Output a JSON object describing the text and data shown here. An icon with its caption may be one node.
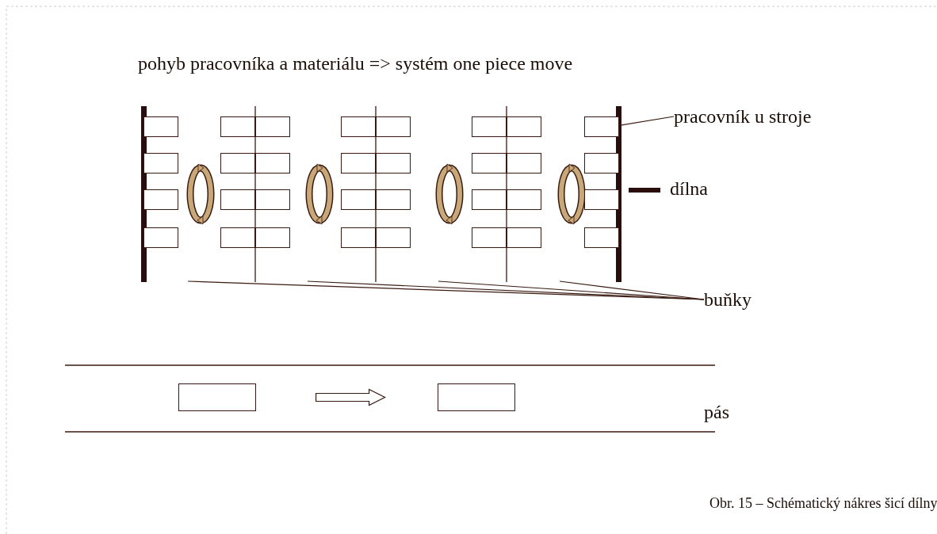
{
  "diagram": {
    "title": "pohyb pracovníka a materiálu => systém one piece move",
    "caption": "Obr. 15 – Schématický nákres šicí dílny",
    "nodes": [
      {
        "text": [
          "pracovník u stroje"
        ]
      },
      {
        "text": [],
        "shape": "box"
      },
      {
        "text": [],
        "shape": "box"
      },
      {
        "text": [],
        "shape": "box"
      },
      {
        "text": [],
        "shape": "box"
      },
      {
        "text": [],
        "shape": "box"
      },
      {
        "text": [],
        "shape": "box"
      },
      {
        "text": [],
        "shape": "box"
      },
      {
        "text": [],
        "shape": "box"
      },
      {
        "text": [],
        "shape": "box"
      },
      {
        "text": [],
        "shape": "box"
      },
      {
        "text": [],
        "shape": "box"
      },
      {
        "text": [],
        "shape": "box"
      },
      {
        "text": [],
        "shape": "box"
      },
      {
        "text": [],
        "shape": "box"
      },
      {
        "text": [],
        "shape": "box"
      },
      {
        "text": [],
        "shape": "box"
      },
      {
        "text": [],
        "shape": "box"
      },
      {
        "text": [],
        "shape": "box"
      },
      {
        "text": [],
        "shape": "box"
      },
      {
        "text": [],
        "shape": "box"
      },
      {
        "text": [],
        "shape": "box"
      },
      {
        "text": [],
        "shape": "box"
      },
      {
        "text": [],
        "shape": "box"
      },
      {
        "text": [],
        "shape": "box"
      },
      {
        "text": [],
        "shape": "box"
      },
      {
        "text": [],
        "shape": "box"
      },
      {
        "text": [],
        "shape": "box"
      },
      {
        "text": [],
        "shape": "box"
      },
      {
        "text": [],
        "shape": "box"
      },
      {
        "text": [],
        "shape": "box"
      },
      {
        "text": [],
        "shape": "box"
      },
      {
        "text": [],
        "shape": "box"
      },
      {
        "text": [
          "buňky"
        ]
      },
      {
        "text": [],
        "shape": "box"
      },
      {
        "text": [],
        "shape": "box"
      }
    ],
    "edges": [
      {
        "from": 0,
        "to": 8,
        "arrow": "none"
      },
      {
        "from": 33,
        "to": null,
        "arrow": "none"
      },
      {
        "from": 33,
        "to": null,
        "arrow": "none"
      },
      {
        "from": 33,
        "to": null,
        "arrow": "none"
      },
      {
        "from": 33,
        "to": null,
        "arrow": "none"
      },
      {
        "from": 34,
        "to": 35,
        "arrow": "to"
      }
    ],
    "labels": [
      "pás"
    ],
    "legend": [
      {
        "text": "dílna"
      }
    ]
  }
}
